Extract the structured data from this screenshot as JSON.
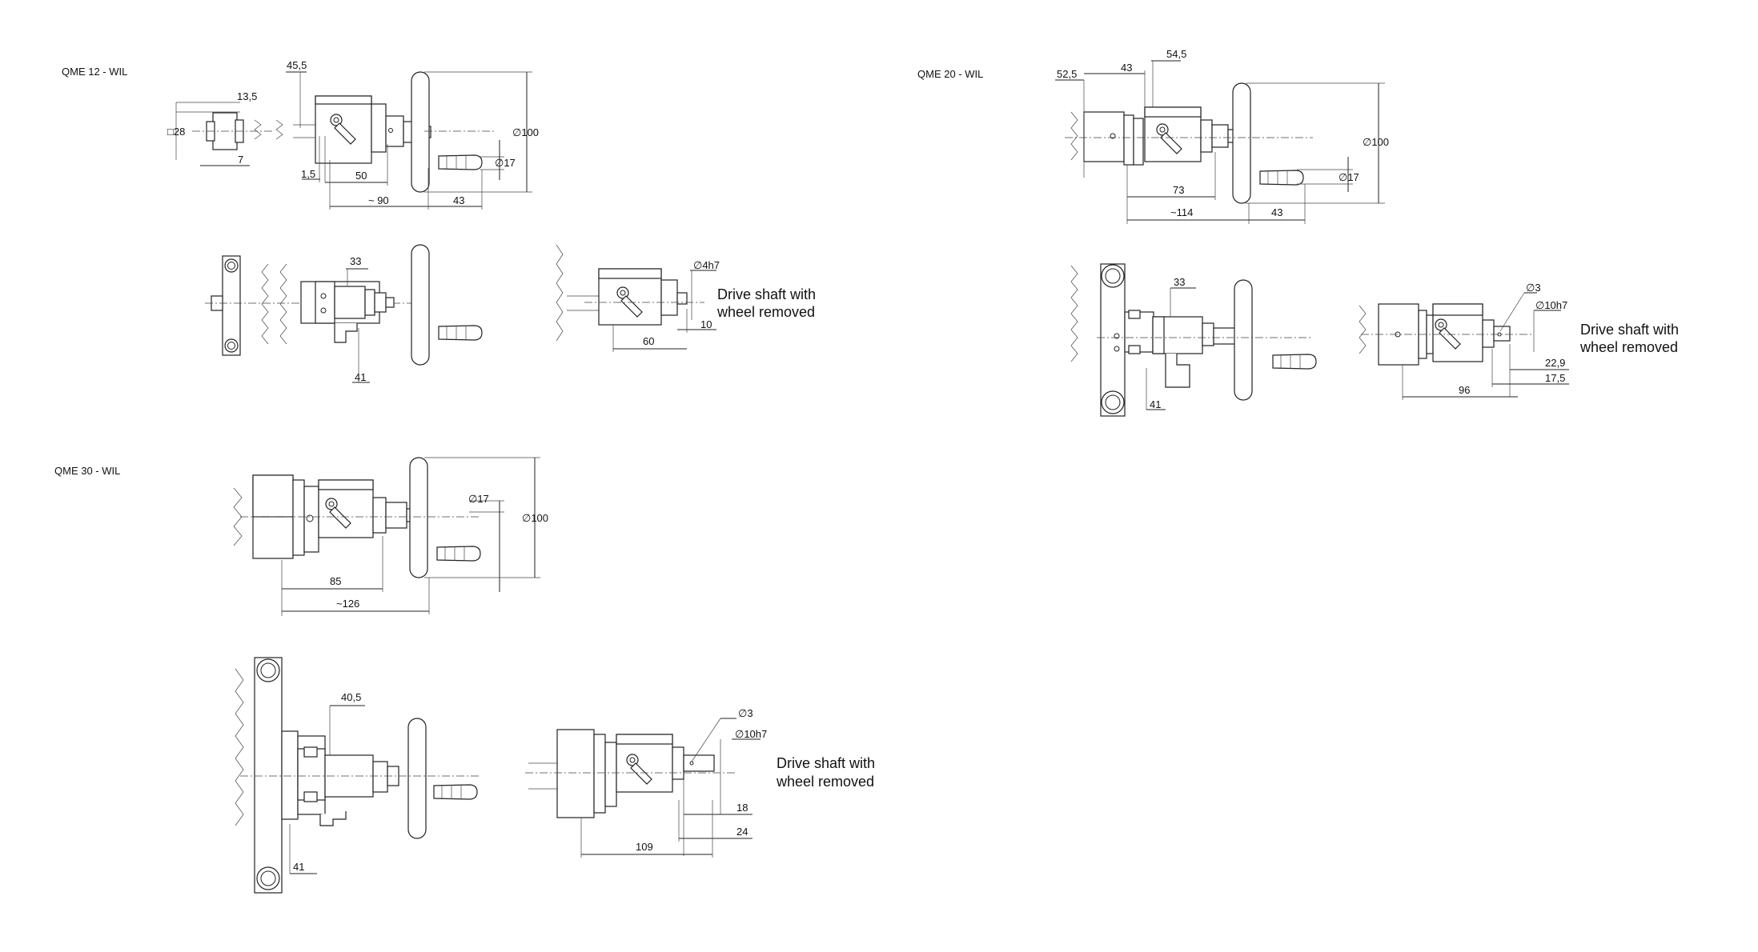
{
  "sections": {
    "qme12": {
      "title": "QME 12 - WIL",
      "dims": {
        "d45_5": "45,5",
        "d13_5": "13,5",
        "d28": "28",
        "d7": "7",
        "d1_5": "1,5",
        "d50": "50",
        "d90": "~ 90",
        "d43": "43",
        "d100": "100",
        "d17": "17",
        "d33": "33",
        "d41": "41",
        "d4h7": "4h7",
        "d10": "10",
        "d60": "60"
      },
      "note_line1": "Drive shaft with",
      "note_line2": "wheel removed"
    },
    "qme20": {
      "title": "QME 20 - WIL",
      "dims": {
        "d52_5": "52,5",
        "d43": "43",
        "d54_5": "54,5",
        "d100": "100",
        "d17": "17",
        "d73": "73",
        "d114": "~114",
        "d43b": "43",
        "d33": "33",
        "d41": "41",
        "d3": "3",
        "d10h7": "10h7",
        "d22_9": "22,9",
        "d17_5": "17,5",
        "d96": "96"
      },
      "note_line1": "Drive shaft with",
      "note_line2": "wheel removed"
    },
    "qme30": {
      "title": "QME 30 - WIL",
      "dims": {
        "d17": "17",
        "d100": "100",
        "d85": "85",
        "d126": "~126",
        "d40_5": "40,5",
        "d41": "41",
        "d3": "3",
        "d10h7": "10h7",
        "d18": "18",
        "d24": "24",
        "d109": "109"
      },
      "note_line1": "Drive shaft with",
      "note_line2": "wheel removed"
    }
  },
  "symbols": {
    "diameter": "∅",
    "square": "□"
  }
}
